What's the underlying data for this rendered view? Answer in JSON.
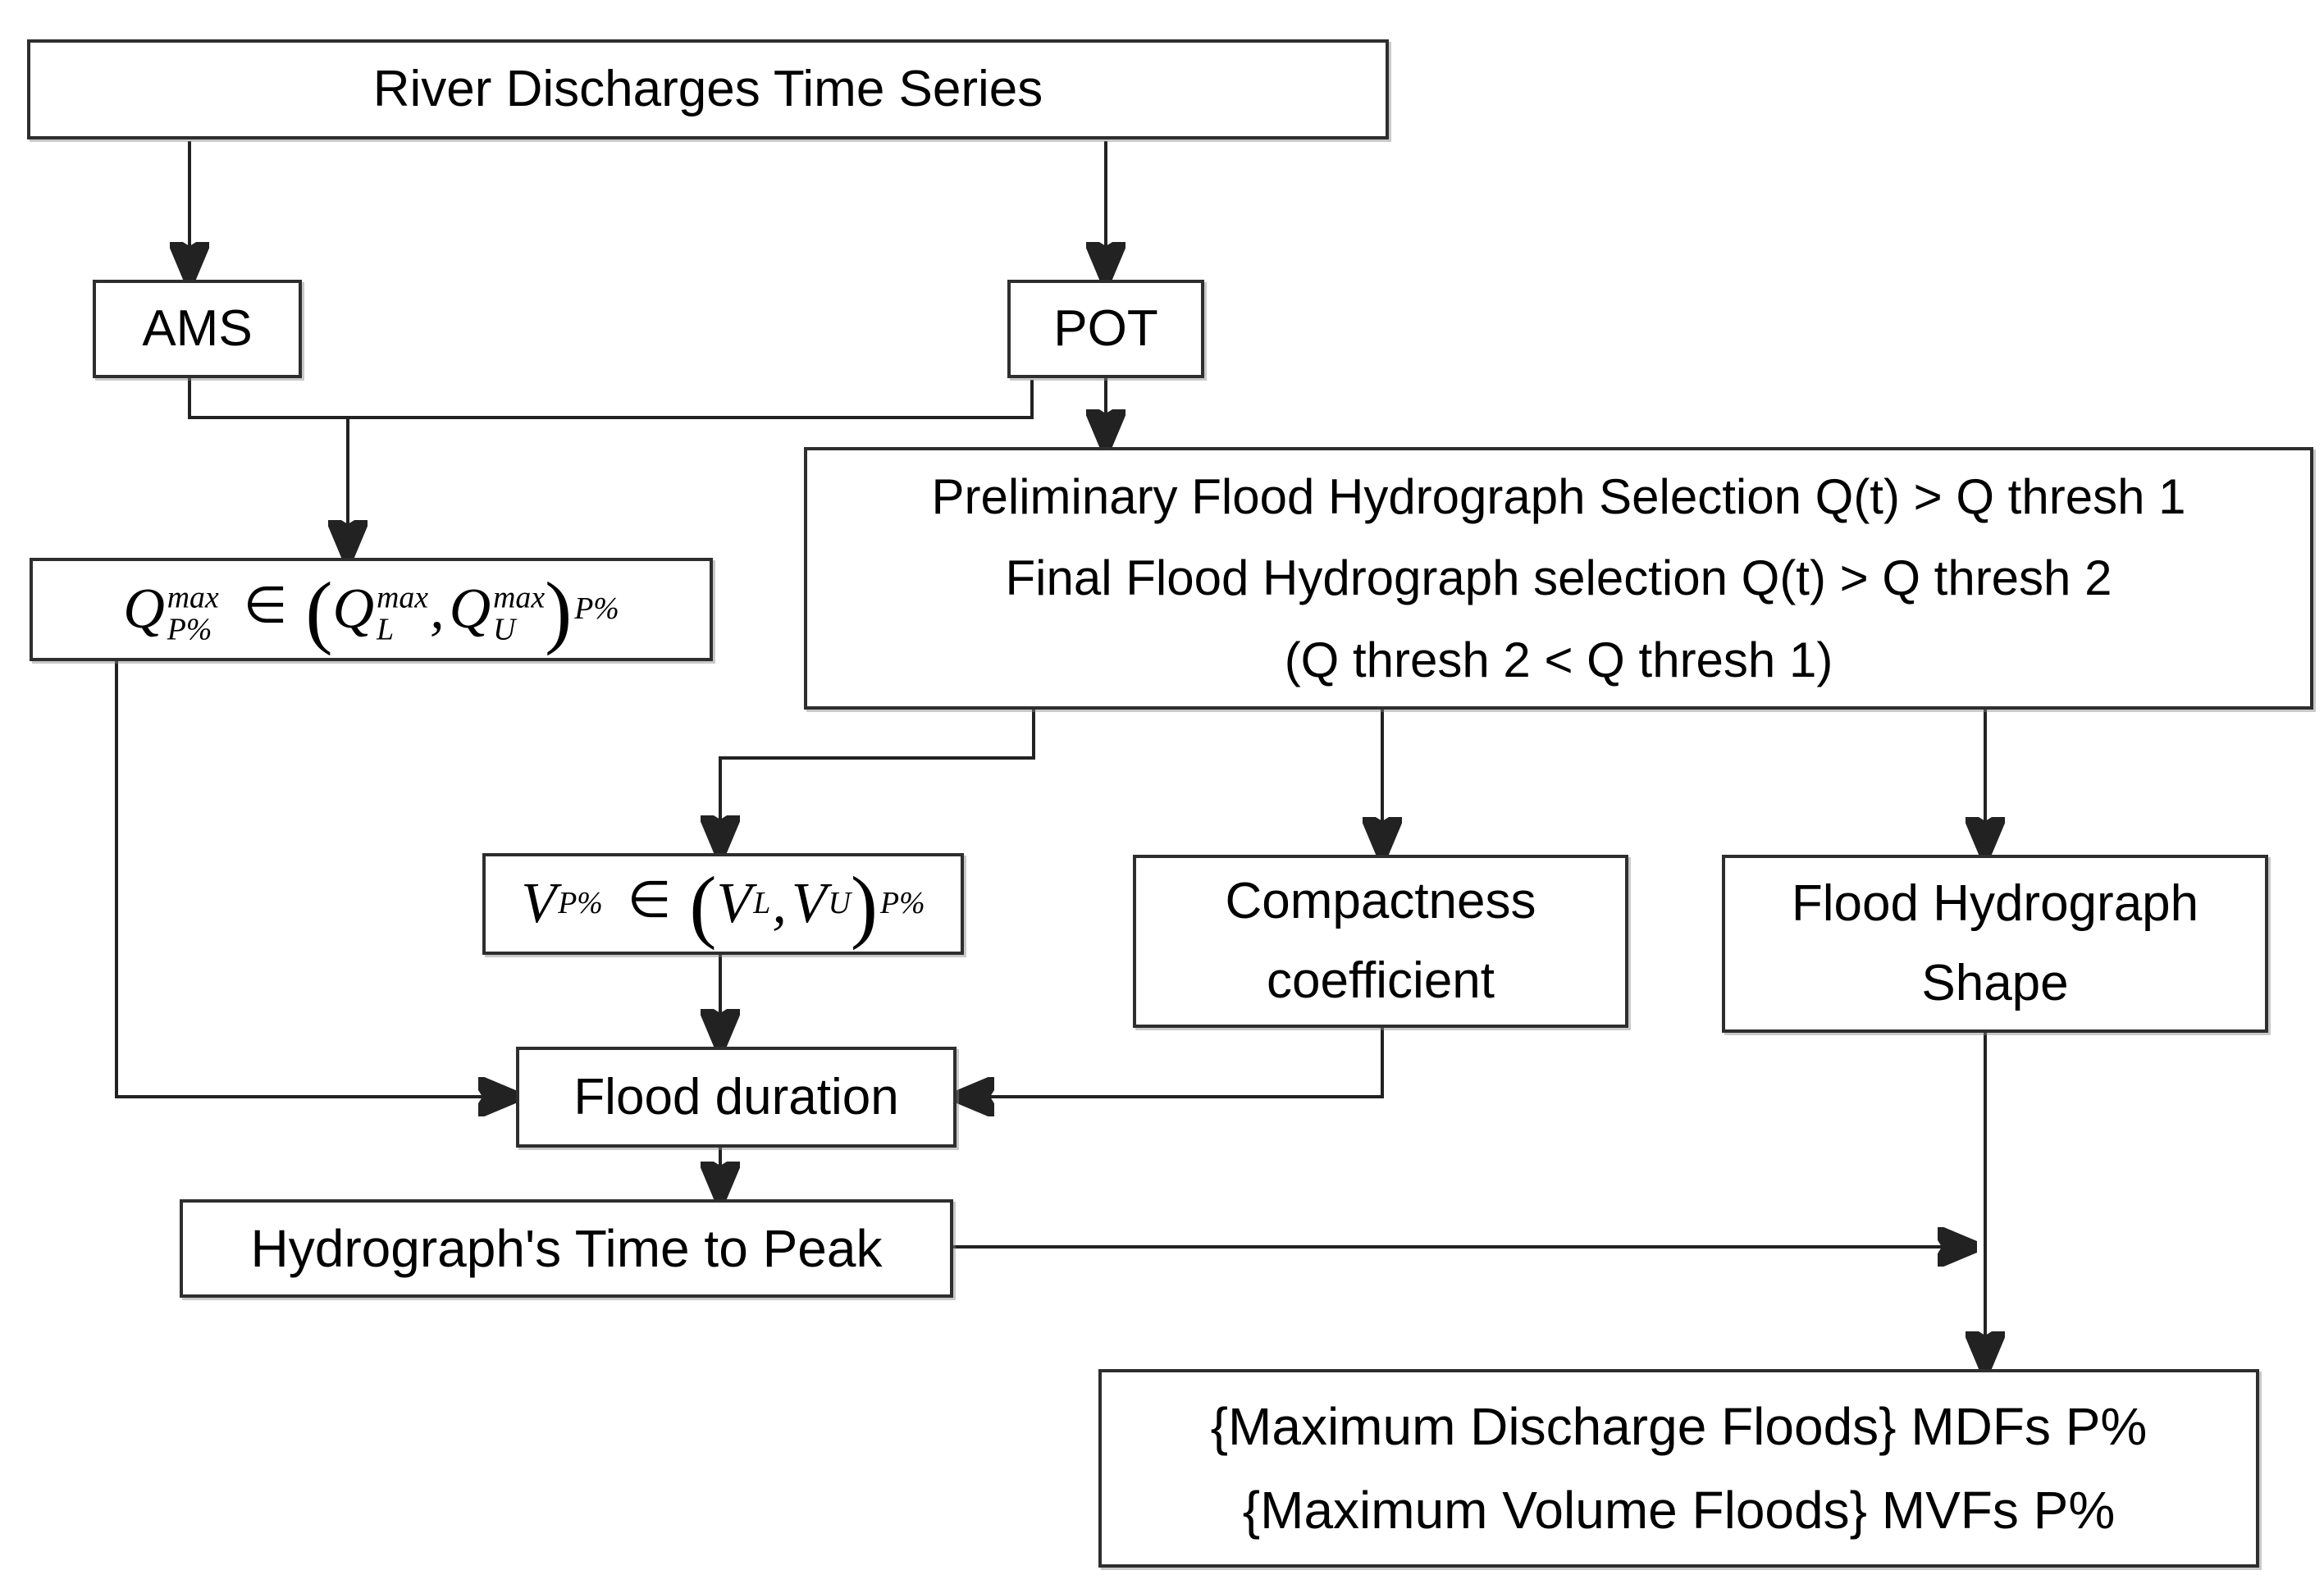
{
  "colors": {
    "background": "#ffffff",
    "line": "#222222",
    "box_border": "#2e2e2e",
    "text": "#000000"
  },
  "boxes": {
    "river": {
      "label": "River Discharges Time Series"
    },
    "ams": {
      "label": "AMS"
    },
    "pot": {
      "label": "POT"
    },
    "selection": {
      "line1": "Preliminary Flood Hydrograph Selection Q(t) > Q thresh 1",
      "line2": "Final Flood Hydrograph selection Q(t) > Q thresh 2",
      "line3": "(Q thresh 2 < Q thresh 1)"
    },
    "q_formula": {
      "b1": "Q",
      "b1_sup": "max",
      "b1_sub": "P%",
      "elem": "∈",
      "open": "(",
      "b2": "Q",
      "b2_sup": "max",
      "b2_sub": "L",
      "comma": ",",
      "b3": "Q",
      "b3_sup": "max",
      "b3_sub": "U",
      "close": ")",
      "tail": "P%"
    },
    "v_formula": {
      "b1": "V",
      "b1_sub": "P%",
      "elem": "∈",
      "open": "(",
      "b2": "V",
      "b2_sub": "L",
      "comma": ",",
      "b3": "V",
      "b3_sub": "U",
      "close": ")",
      "tail": "P%"
    },
    "compactness": {
      "line1": "Compactness",
      "line2": "coefficient"
    },
    "shape": {
      "line1": "Flood Hydrograph",
      "line2": "Shape"
    },
    "duration": {
      "label": "Flood duration"
    },
    "peak": {
      "label": "Hydrograph's Time to Peak"
    },
    "results": {
      "line1": "{Maximum Discharge Floods} MDFs P%",
      "line2": "{Maximum Volume Floods} MVFs P%"
    }
  }
}
